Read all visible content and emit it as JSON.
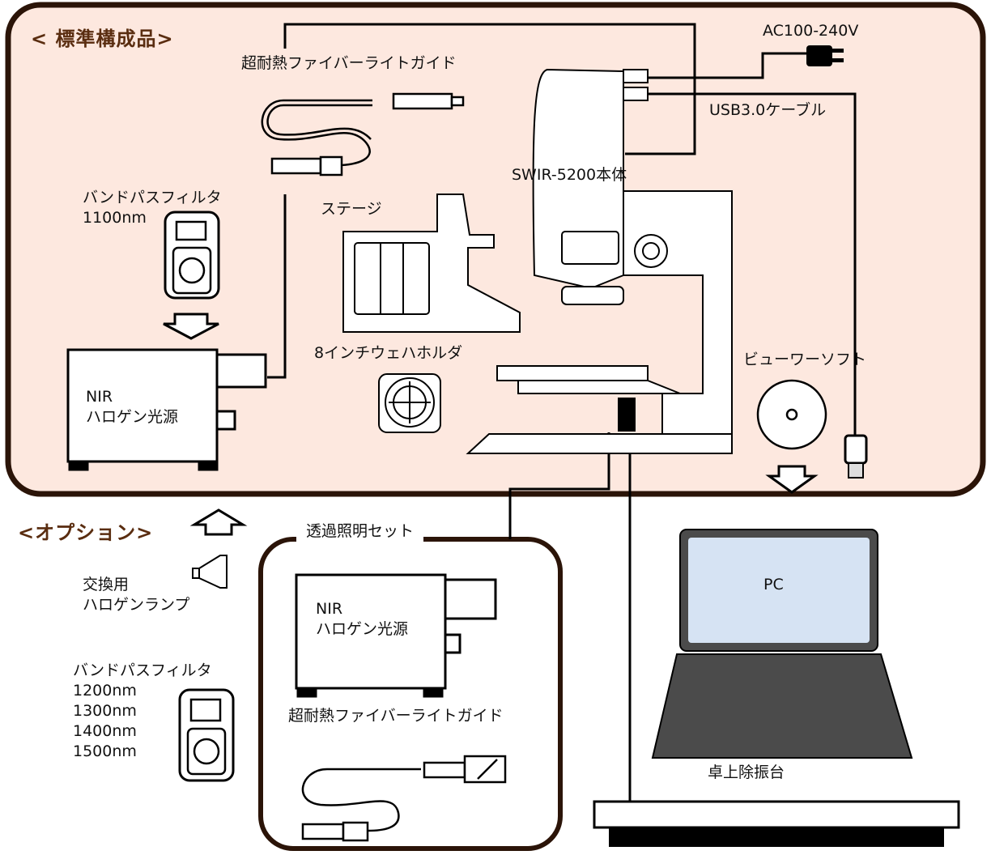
{
  "sections": {
    "standard_title": "< 標準構成品>",
    "option_title": "<オプション>"
  },
  "labels": {
    "fiber_guide_top": "超耐熱ファイバーライトガイド",
    "ac_power": "AC100-240V",
    "usb_cable": "USB3.0ケーブル",
    "main_unit": "SWIR-5200本体",
    "bandpass_std": "バンドパスフィルタ\n1100nm",
    "stage": "ステージ",
    "wafer_holder": "8インチウェハホルダ",
    "viewer_software": "ビューワーソフト",
    "nir_source_std": "NIR\nハロゲン光源",
    "transmit_set": "透過照明セット",
    "nir_source_opt": "NIR\nハロゲン光源",
    "fiber_guide_opt": "超耐熱ファイバーライトガイド",
    "pc": "PC",
    "replacement_lamp": "交換用\nハロゲンランプ",
    "bandpass_opt": "バンドパスフィルタ\n1200nm\n1300nm\n1400nm\n1500nm",
    "vibration_table": "卓上除振台"
  },
  "colors": {
    "frame_border": "#2b1408",
    "standard_bg": "#fde8df",
    "header_text": "#5a2d10",
    "laptop_body": "#4b4b4b",
    "laptop_screen": "#d6e3f3"
  }
}
